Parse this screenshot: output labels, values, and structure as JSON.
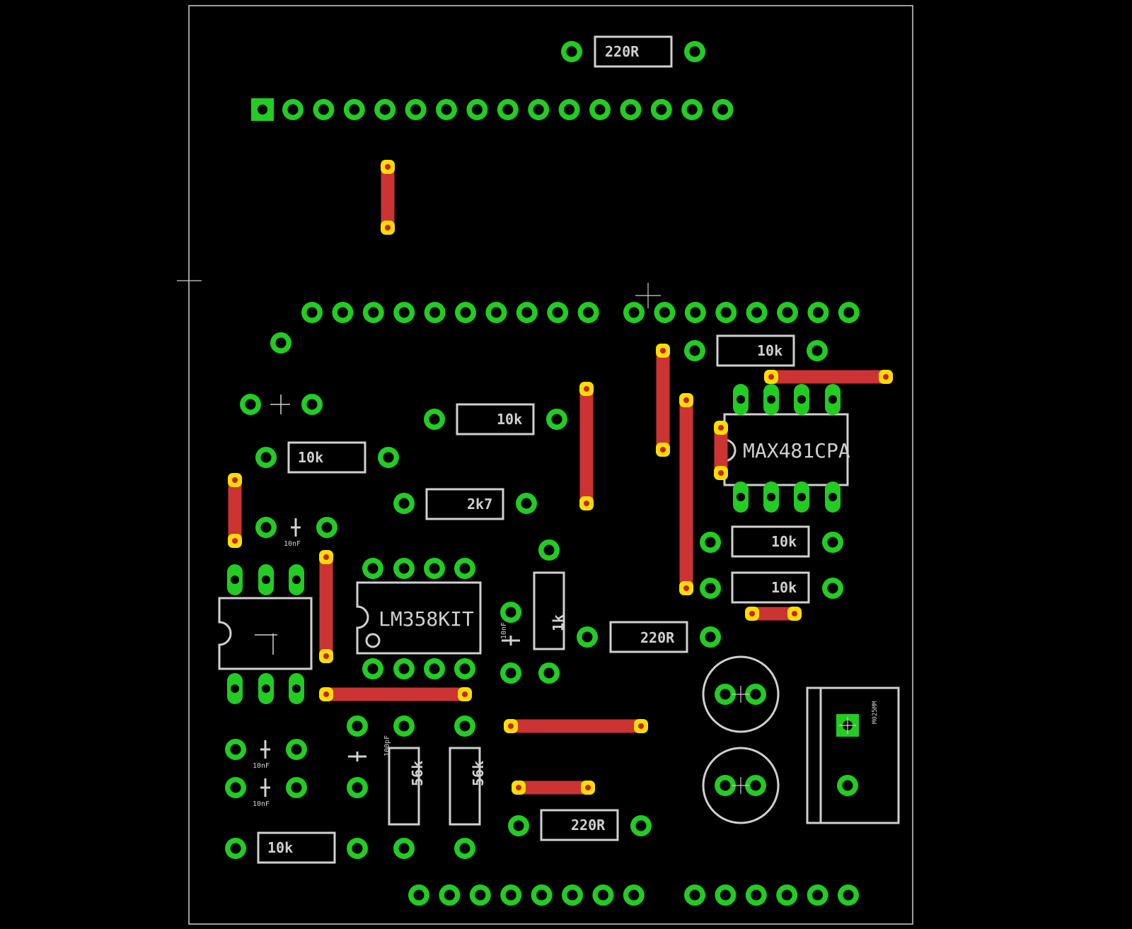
{
  "colors": {
    "background": "#000000",
    "outline": "#d0d0d0",
    "pad": "#22cc22",
    "pad_hole": "#000000",
    "jumper": "#cc3333",
    "jumper_pad": "#ffdd00",
    "jumper_hole": "#cc2222",
    "silk": "#cfcfcf"
  },
  "labels": {
    "r_top": "220R",
    "r_10k_a": "10k",
    "r_10k_b": "10k",
    "r_10k_c": "10k",
    "r_10k_d": "10k",
    "r_10k_e": "10k",
    "r_10k_f": "10k",
    "r_2k7": "2k7",
    "r_220r_b": "220R",
    "r_220r_c": "220R",
    "r_1k": "1k",
    "r_56k_a": "56k",
    "r_56k_b": "56k",
    "ic_max": "MAX481CPA",
    "ic_lm": "LM358KIT",
    "c_10nf_a": "10nF",
    "c_10nf_b": "10nF",
    "c_10nf_c": "10nF",
    "c_10nf_d": "10nF",
    "c_100pf": "100pF",
    "pot": "M025MM"
  }
}
